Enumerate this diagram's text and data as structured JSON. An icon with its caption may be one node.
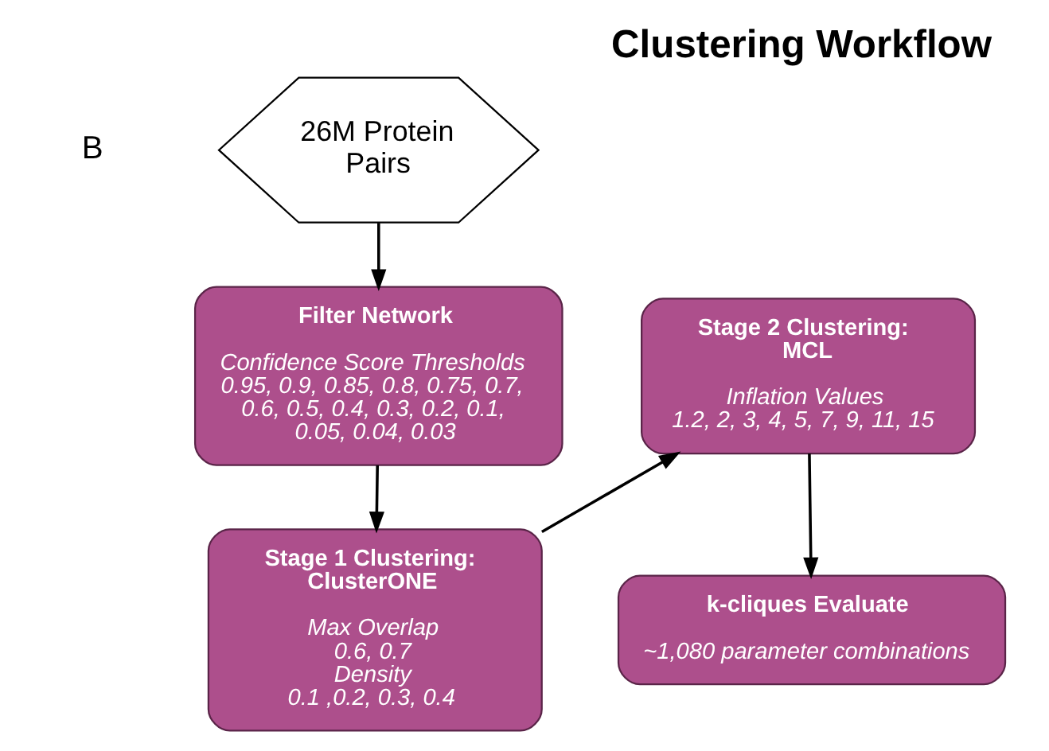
{
  "diagram": {
    "title": "Clustering Workflow",
    "nodes": [
      {
        "text": [
          "26M Protein Pairs"
        ]
      },
      {
        "text": [
          "Filter Network",
          "Confidence Score Thresholds",
          "0.95, 0.9, 0.85, 0.8, 0.75, 0.7, 0.6, 0.5, 0.4, 0.3, 0.2, 0.1, 0.05, 0.04, 0.03"
        ]
      },
      {
        "text": [
          "Stage 1 Clustering: ClusterONE",
          "Max Overlap",
          "0.6, 0.7",
          "Density",
          "0.1 ,0.2, 0.3, 0.4"
        ]
      },
      {
        "text": [
          "Stage 2 Clustering: MCL",
          "Inflation Values",
          "1.2, 2, 3, 4, 5, 7, 9, 11, 15"
        ]
      },
      {
        "text": [
          "k-cliques Evaluate",
          "~1,080 parameter combinations"
        ]
      }
    ],
    "edges": [
      {
        "from": 0,
        "to": 1,
        "arrow": "to"
      },
      {
        "from": 1,
        "to": 2,
        "arrow": "to"
      },
      {
        "from": 2,
        "to": 3,
        "arrow": "to"
      },
      {
        "from": 3,
        "to": 4,
        "arrow": "to"
      }
    ],
    "labels": [
      "B"
    ]
  }
}
